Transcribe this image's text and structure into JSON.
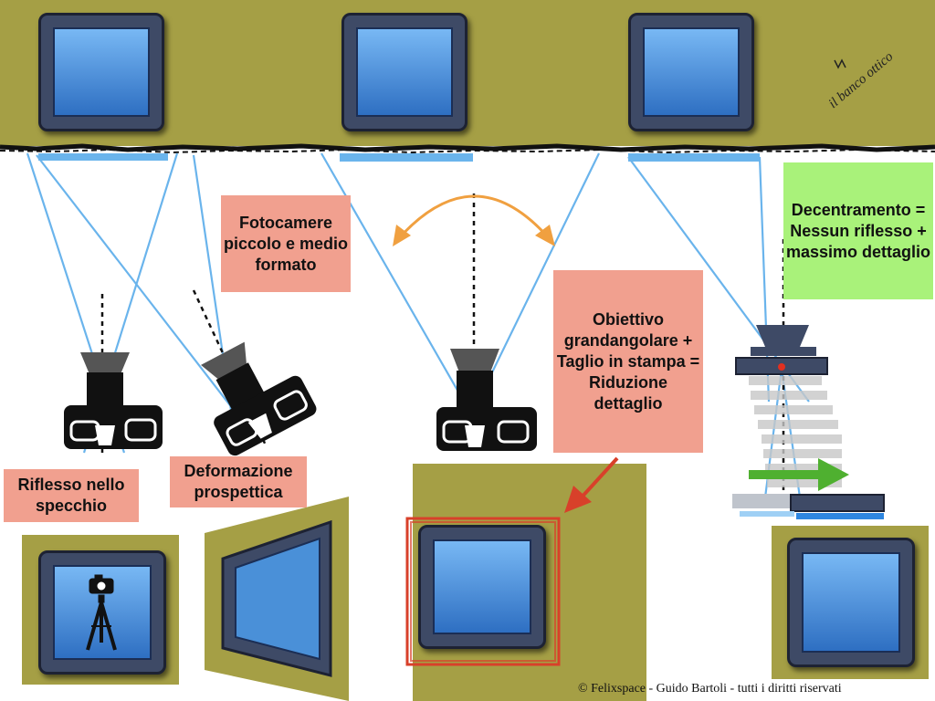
{
  "labels": {
    "fotocamere": "Fotocamere piccolo e medio formato",
    "obiettivo": "Obiettivo grandangolare + Taglio in stampa = Riduzione dettaglio",
    "decentramento": "Decentramento = Nessun riflesso + massimo dettaglio",
    "riflesso": "Riflesso nello specchio",
    "deformazione": "Deformazione prospettica",
    "banco": "il banco ottico"
  },
  "copyright": "© Felixspace - Guido Bartoli - tutti i diritti riservati",
  "colors": {
    "wall": "#a59f45",
    "frame": "#3e4a66",
    "glass_top": "#78b8f4",
    "glass_bottom": "#2e6fc2",
    "ray": "#6ab4ec",
    "label_pink": "#f1a08f",
    "label_green": "#a9f27a",
    "arrow_orange": "#f0a040",
    "arrow_red": "#d8402a",
    "arrow_green": "#4fb030"
  }
}
